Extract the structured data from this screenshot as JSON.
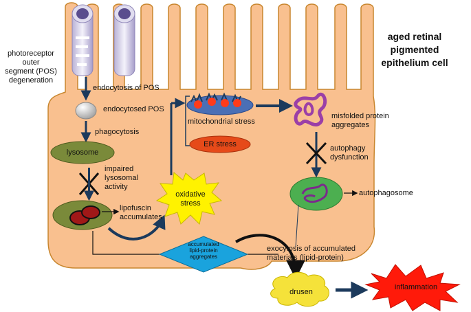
{
  "title": "aged retinal\npigmented\nepithelium cell",
  "labels": {
    "pos_degeneration": "photoreceptor\nouter\nsegment (POS)\ndegeneration",
    "endocytosis": "endocytosis of POS",
    "endocytosed": "endocytosed POS",
    "phagocytosis": "phagocytosis",
    "lysosome": "lysosome",
    "impaired": "impaired\nlysosomal\nactivity",
    "lipofuscin": "lipofuscin\naccumulates",
    "oxidative": "oxidative\nstress",
    "mito_stress": "mitochondrial stress",
    "er_stress": "ER stress",
    "misfolded": "misfolded protein\naggregates",
    "autophagy_dys": "autophagy\ndysfunction",
    "autophagosome": "autophagosome",
    "accumulated": "accumulated\nlipid-protein\naggregates",
    "exocytosis": "exocytosis of accumulated\nmaterials  (lipid-protein)",
    "drusen": "drusen",
    "inflammation": "inflammation"
  },
  "colors": {
    "cell_fill": "#f9c08f",
    "cell_stroke": "#c8862e",
    "arrow": "#1c3a5c",
    "lysosome": "#7a8a3a",
    "lipofuscin": "#a01818",
    "oxidative": "#fff200",
    "mito": "#4a6fb5",
    "er": "#e64a19",
    "misfolded": "#9b3fa7",
    "autophagosome": "#4caf50",
    "diamond": "#1aa3dd",
    "drusen": "#f5e23a",
    "inflammation": "#ff1a0a"
  },
  "icons": [
    "photoreceptor-icon",
    "mitochondrion-icon",
    "protein-aggregate-icon",
    "block-x-icon"
  ]
}
